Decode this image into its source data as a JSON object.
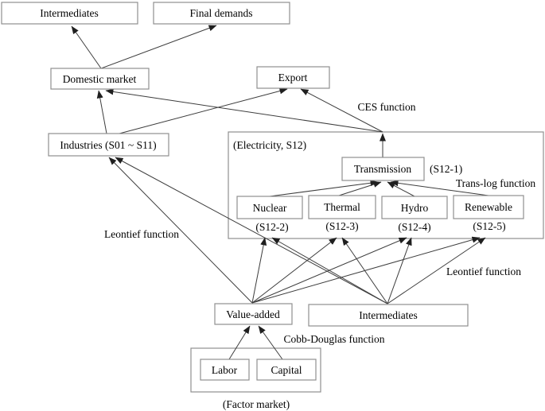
{
  "diagram": {
    "nodes": {
      "intermediates_top": "Intermediates",
      "final_demands": "Final demands",
      "domestic_market": "Domestic market",
      "export": "Export",
      "industries": "Industries (S01 ~ S11)",
      "electricity_group": "(Electricity, S12)",
      "transmission": "Transmission",
      "nuclear": "Nuclear",
      "thermal": "Thermal",
      "hydro": "Hydro",
      "renewable": "Renewable",
      "value_added": "Value-added",
      "intermediates_bottom": "Intermediates",
      "labor": "Labor",
      "capital": "Capital"
    },
    "sublabels": {
      "transmission_code": "(S12-1)",
      "nuclear_code": "(S12-2)",
      "thermal_code": "(S12-3)",
      "hydro_code": "(S12-4)",
      "renewable_code": "(S12-5)",
      "factor_market": "(Factor market)"
    },
    "annotations": {
      "ces_function": "CES function",
      "translog_function": "Trans-log function",
      "leontief_function_left": "Leontief function",
      "leontief_function_right": "Leontief function",
      "cobb_douglas_function": "Cobb-Douglas function"
    },
    "edges": [
      {
        "from": "domestic_market",
        "to": "intermediates_top"
      },
      {
        "from": "domestic_market",
        "to": "final_demands"
      },
      {
        "from": "industries",
        "to": "domestic_market"
      },
      {
        "from": "industries",
        "to": "export"
      },
      {
        "from": "electricity_group",
        "to": "domestic_market"
      },
      {
        "from": "electricity_group",
        "to": "export",
        "label": "CES function"
      },
      {
        "from": "transmission",
        "to": "electricity_group"
      },
      {
        "from": "nuclear",
        "to": "transmission",
        "label": "Trans-log function"
      },
      {
        "from": "thermal",
        "to": "transmission",
        "label": "Trans-log function"
      },
      {
        "from": "hydro",
        "to": "transmission",
        "label": "Trans-log function"
      },
      {
        "from": "renewable",
        "to": "transmission",
        "label": "Trans-log function"
      },
      {
        "from": "value_added",
        "to": "industries",
        "label": "Leontief function"
      },
      {
        "from": "value_added",
        "to": "nuclear"
      },
      {
        "from": "value_added",
        "to": "thermal"
      },
      {
        "from": "value_added",
        "to": "hydro"
      },
      {
        "from": "value_added",
        "to": "renewable"
      },
      {
        "from": "intermediates_bottom",
        "to": "industries"
      },
      {
        "from": "intermediates_bottom",
        "to": "nuclear",
        "label": "Leontief function"
      },
      {
        "from": "intermediates_bottom",
        "to": "thermal"
      },
      {
        "from": "intermediates_bottom",
        "to": "hydro"
      },
      {
        "from": "intermediates_bottom",
        "to": "renewable"
      },
      {
        "from": "labor",
        "to": "value_added",
        "label": "Cobb-Douglas function"
      },
      {
        "from": "capital",
        "to": "value_added",
        "label": "Cobb-Douglas function"
      }
    ],
    "colors": {
      "background": "#ffffff",
      "box_border": "#8f8f8f",
      "arrow": "#3d3d3d",
      "text": "#000000"
    }
  }
}
